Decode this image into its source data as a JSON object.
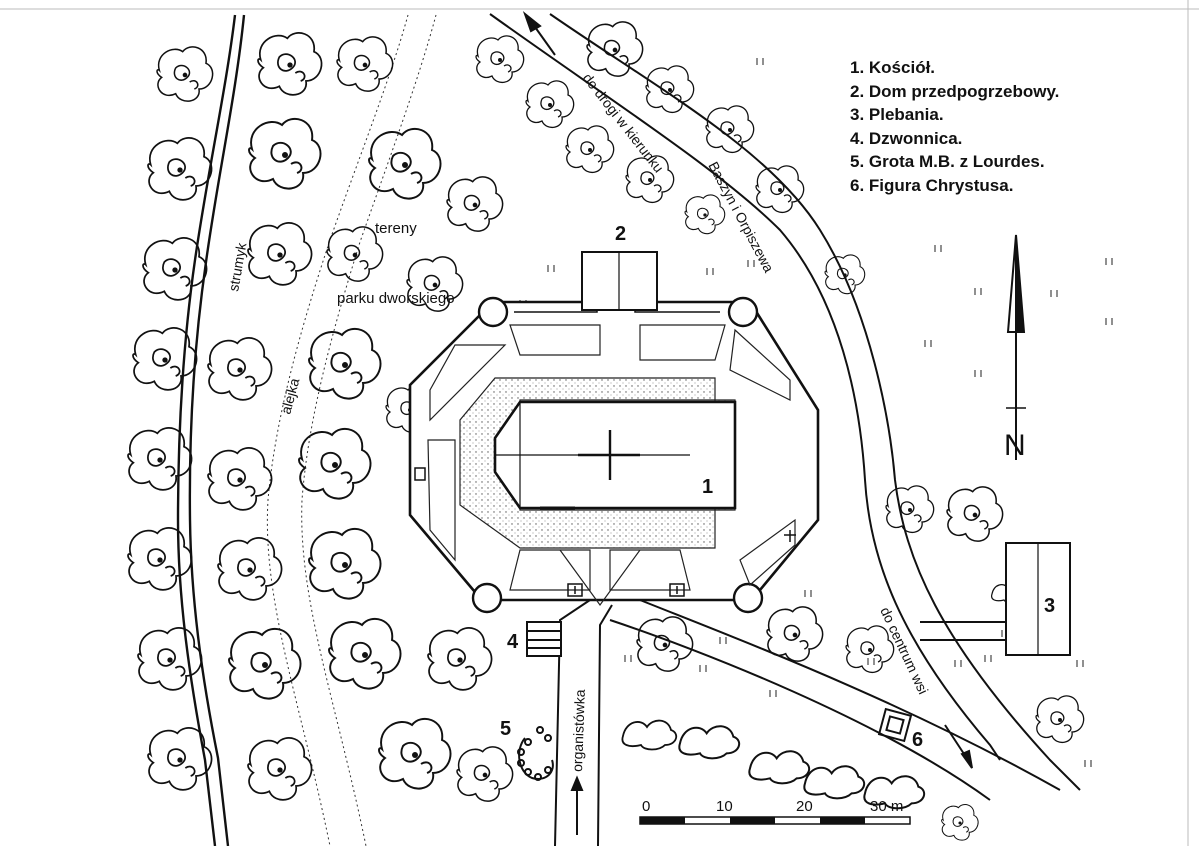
{
  "legend": {
    "items": [
      "1. Kościół.",
      "2. Dom przedpogrzebowy.",
      "3. Plebania.",
      "4. Dzwonnica.",
      "5. Grota M.B. z Lourdes.",
      "6. Figura Chrystusa."
    ]
  },
  "markers": {
    "church": "1",
    "funeral_home": "2",
    "rectory": "3",
    "belfry": "4",
    "grotto": "5",
    "christ_figure": "6"
  },
  "labels": {
    "stream": "strumyk",
    "alley": "alejka",
    "park_line1": "tereny",
    "park_line2": "parku dworskiego",
    "road_north": "do drogi w kierunku",
    "road_north_2": "Baszyn i Orpiszewa",
    "road_center": "do centrum wsi",
    "organ_path": "organistówka"
  },
  "north_arrow": "N",
  "scale": {
    "ticks": [
      "0",
      "10",
      "20",
      "30 m"
    ]
  }
}
